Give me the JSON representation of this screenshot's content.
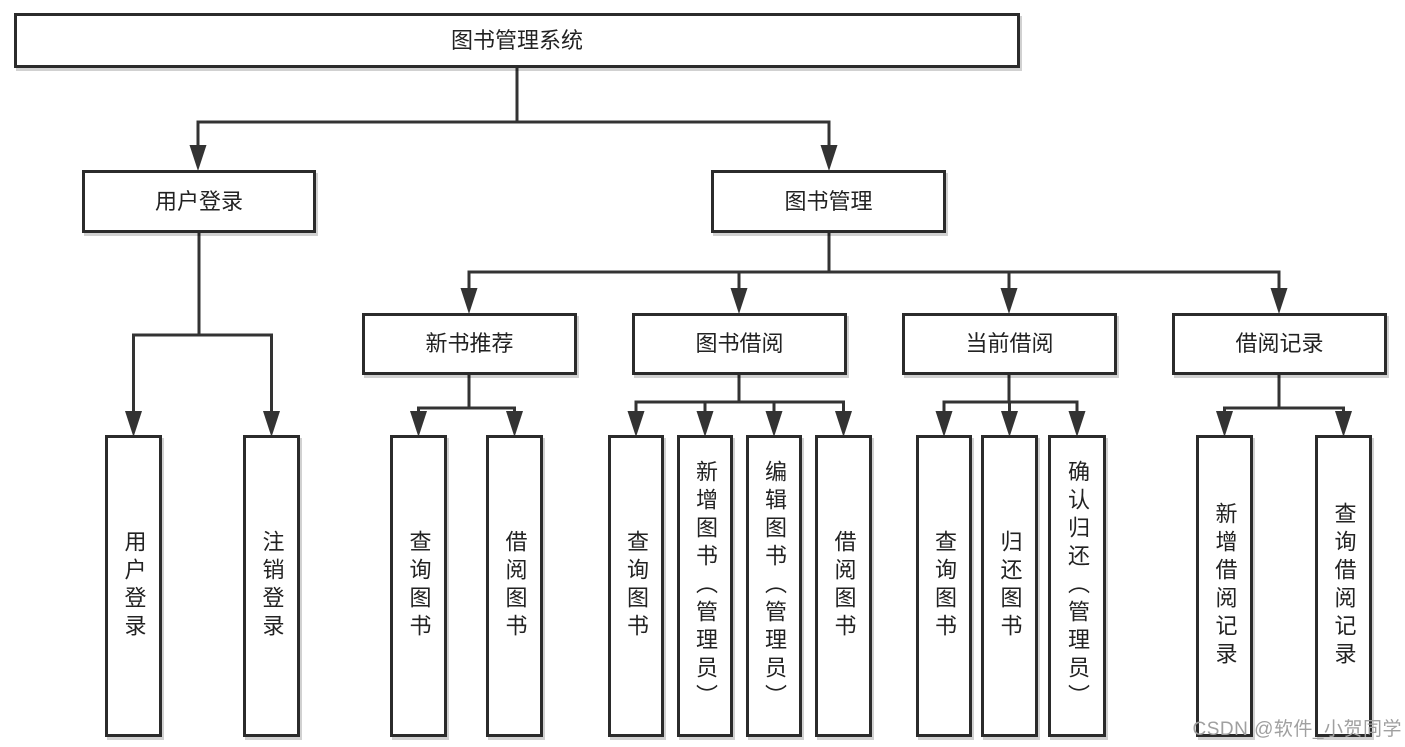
{
  "colors": {
    "background": "#ffffff",
    "box_border": "#2b2b2b",
    "line": "#333333",
    "text": "#222222",
    "watermark": "#a0a0a0"
  },
  "watermark": {
    "text": "CSDN @软件_小贺同学"
  },
  "tree": {
    "label": "图书管理系统",
    "children": [
      {
        "label": "用户登录",
        "children": [
          {
            "label": "用户登录"
          },
          {
            "label": "注销登录"
          }
        ]
      },
      {
        "label": "图书管理",
        "children": [
          {
            "label": "新书推荐",
            "children": [
              {
                "label": "查询图书"
              },
              {
                "label": "借阅图书"
              }
            ]
          },
          {
            "label": "图书借阅",
            "children": [
              {
                "label": "查询图书"
              },
              {
                "label": "新增图书（管理员）"
              },
              {
                "label": "编辑图书（管理员）"
              },
              {
                "label": "借阅图书"
              }
            ]
          },
          {
            "label": "当前借阅",
            "children": [
              {
                "label": "查询图书"
              },
              {
                "label": "归还图书"
              },
              {
                "label": "确认归还（管理员）"
              }
            ]
          },
          {
            "label": "借阅记录",
            "children": [
              {
                "label": "新增借阅记录"
              },
              {
                "label": "查询借阅记录"
              }
            ]
          }
        ]
      }
    ]
  }
}
